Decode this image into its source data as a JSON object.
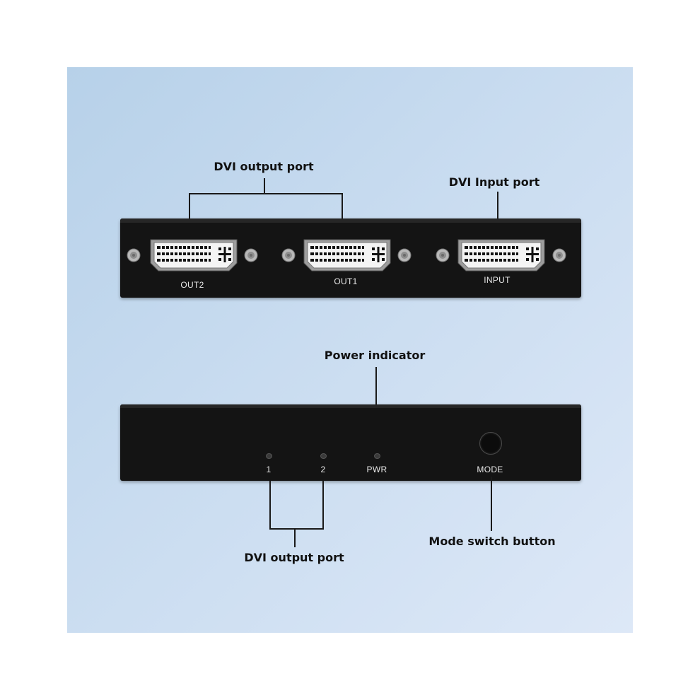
{
  "colors": {
    "background": "#c9dcf0",
    "device": "#141414",
    "text": "#111111"
  },
  "callouts": {
    "dvi_output_top": "DVI output port",
    "dvi_input": "DVI Input port",
    "power_indicator": "Power indicator",
    "dvi_output_bottom": "DVI output port",
    "mode_switch": "Mode switch button"
  },
  "rear_panel": {
    "ports": [
      {
        "label": "OUT2",
        "icon": "dvi-connector-icon"
      },
      {
        "label": "OUT1",
        "icon": "dvi-connector-icon"
      },
      {
        "label": "INPUT",
        "icon": "dvi-connector-icon"
      }
    ]
  },
  "front_panel": {
    "led_1": "1",
    "led_2": "2",
    "led_pwr": "PWR",
    "mode_button": "MODE"
  }
}
